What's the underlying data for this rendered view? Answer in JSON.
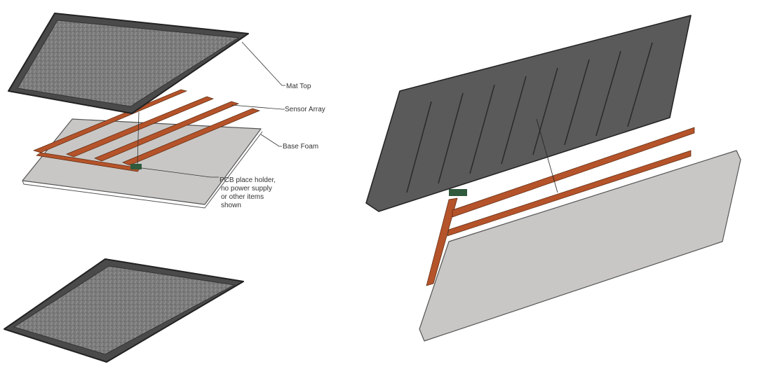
{
  "labels": {
    "mat_top": "Mat Top",
    "sensor_array": "Sensor Array",
    "base_foam": "Base Foam",
    "pcb_line1": "PCB place holder,",
    "pcb_line2": "no power supply",
    "pcb_line3": "or other items",
    "pcb_line4": "shown"
  },
  "colors": {
    "mat_border": "#4a4a4a",
    "mat_surface": "#7d7d7d",
    "copper": "#b5532a",
    "foam": "#c8c6c4",
    "pcb": "#2f5a3c",
    "dark_panel": "#5a5a5a"
  }
}
